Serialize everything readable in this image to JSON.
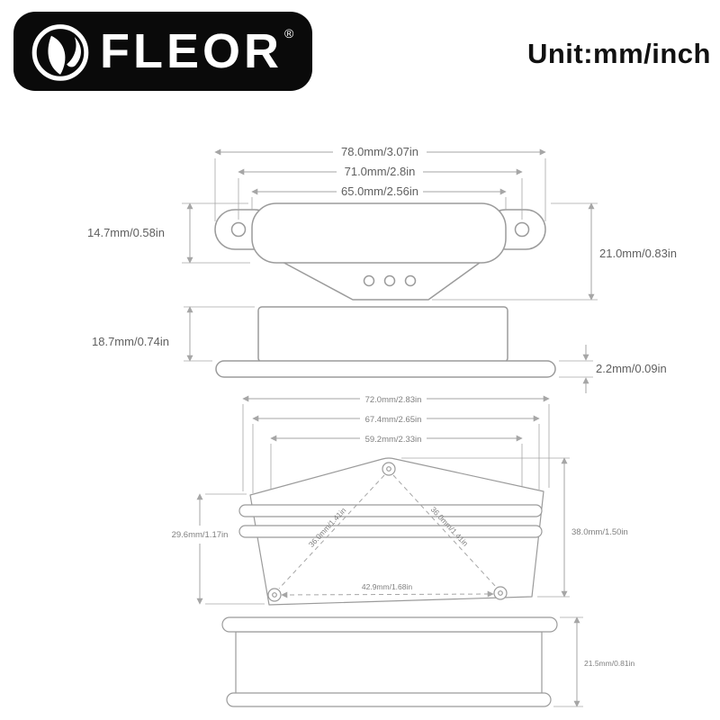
{
  "header": {
    "brand": "FLEOR",
    "registered_mark": "®",
    "unit_label": "Unit:mm/inch"
  },
  "top_view": {
    "width_outer": "78.0mm/3.07in",
    "width_screws": "71.0mm/2.8in",
    "width_cover": "65.0mm/2.56in",
    "height_left": "14.7mm/0.58in",
    "height_right": "21.0mm/0.83in"
  },
  "side_view_upper": {
    "body_height": "18.7mm/0.74in",
    "flange_thickness": "2.2mm/0.09in"
  },
  "base_view": {
    "width_outer": "72.0mm/2.83in",
    "width_mid": "67.4mm/2.65in",
    "width_inner": "59.2mm/2.33in",
    "height_left": "29.6mm/1.17in",
    "height_right": "38.0mm/1.50in",
    "screw_spacing": "42.9mm/1.68in",
    "diagonal_left": "36.0mm/1.41in",
    "diagonal_right": "36.0mm/1.41in"
  },
  "side_view_lower": {
    "body_height": "21.5mm/0.81in"
  },
  "colors": {
    "logo_bg": "#0a0a0a",
    "dim_line": "#a6a6a6",
    "dim_text": "#606060",
    "shape_stroke": "#9b9b9b"
  }
}
